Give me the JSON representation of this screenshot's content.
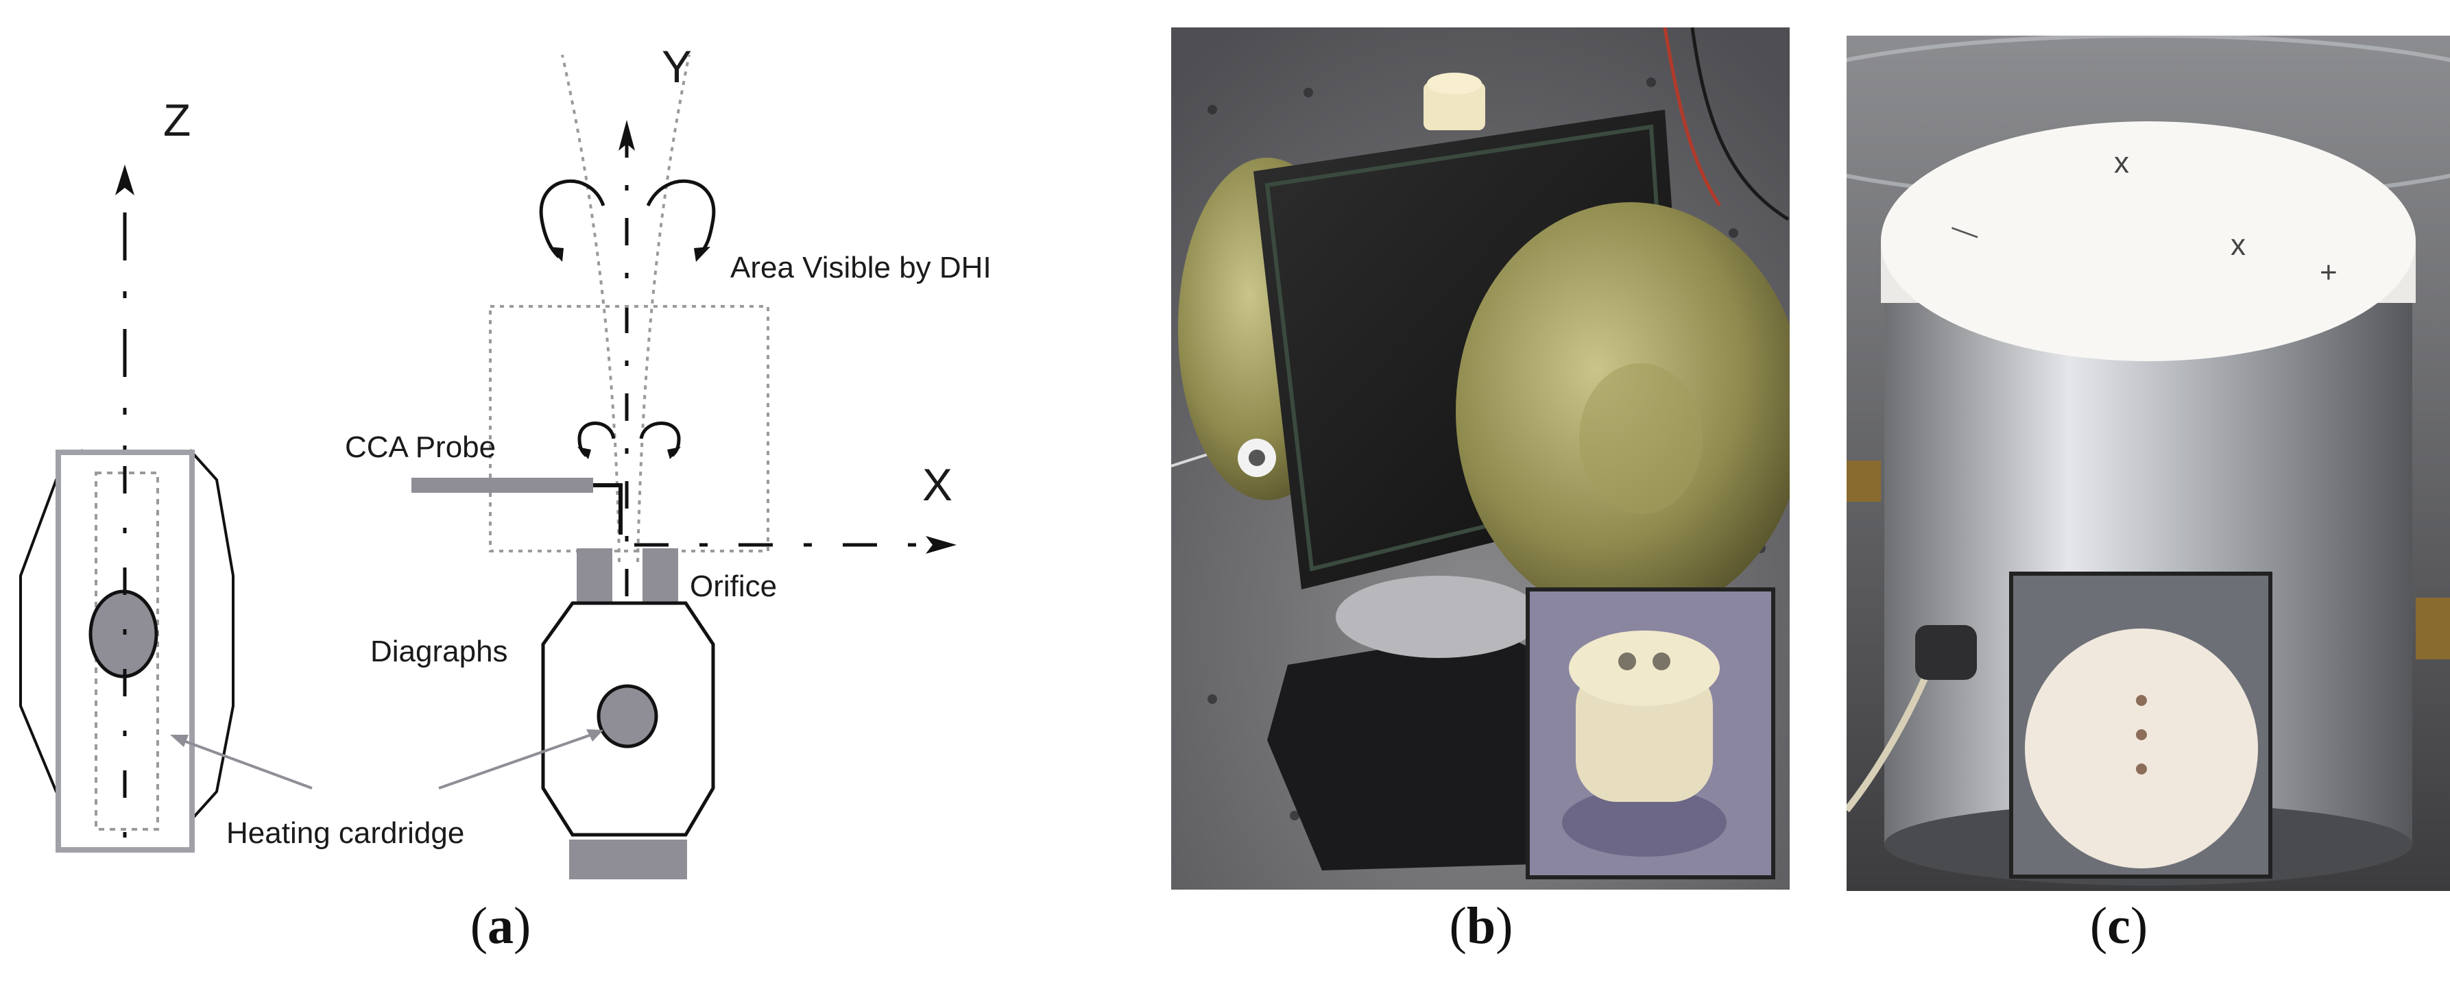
{
  "panel_a": {
    "axes": {
      "z": "Z",
      "y": "Y",
      "x": "X"
    },
    "labels": {
      "area_visible": "Area Visible by DHI",
      "cca_probe": "CCA Probe",
      "orifice": "Orifice",
      "diagraphs": "Diagraphs",
      "heating_cardridge": "Heating cardridge"
    }
  },
  "captions": {
    "a": {
      "open": "(",
      "letter": "a",
      "close": ")"
    },
    "b": {
      "open": "(",
      "letter": "b",
      "close": ")"
    },
    "c": {
      "open": "(",
      "letter": "c",
      "close": ")"
    }
  },
  "colors": {
    "component_gray": "#8f8e96",
    "outline_gray": "#a0a0a8",
    "dotted_gray": "#9a9a9a",
    "line_dark": "#111111"
  }
}
